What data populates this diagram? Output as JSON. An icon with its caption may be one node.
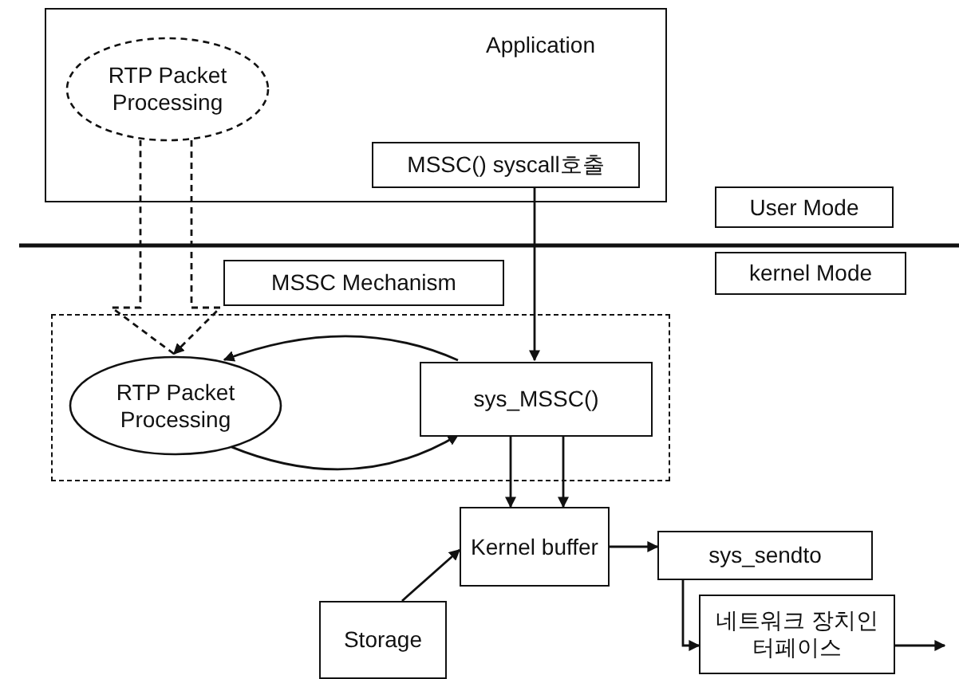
{
  "diagram": {
    "nodes": [
      {
        "text": [
          "Application"
        ]
      },
      {
        "text": [
          "RTP Packet Processing"
        ],
        "in": 0
      },
      {
        "text": [
          "MSSC() syscall호출"
        ],
        "in": 0
      },
      {
        "text": [
          "User Mode"
        ]
      },
      {
        "text": [
          "kernel Mode"
        ]
      },
      {
        "text": [
          "MSSC Mechanism"
        ]
      },
      {
        "text": [],
        "shape": "box"
      },
      {
        "text": [
          "RTP Packet Processing"
        ],
        "in": 6
      },
      {
        "text": [
          "sys_MSSC()"
        ],
        "in": 6
      },
      {
        "text": [
          "Kernel buffer"
        ]
      },
      {
        "text": [
          "sys_sendto"
        ]
      },
      {
        "text": [
          "Storage"
        ]
      },
      {
        "text": [
          "네트워크 장치인터페이스"
        ]
      }
    ],
    "edges": [
      {
        "from": 1,
        "to": 7,
        "arrow": "to",
        "style": "dashed"
      },
      {
        "from": 2,
        "to": 8,
        "arrow": "to"
      },
      {
        "from": 8,
        "to": 7,
        "arrow": "to"
      },
      {
        "from": 7,
        "to": 8,
        "arrow": "to"
      },
      {
        "from": 8,
        "to": 9,
        "arrow": "to"
      },
      {
        "from": 8,
        "to": 9,
        "arrow": "to"
      },
      {
        "from": 11,
        "to": 9,
        "arrow": "to"
      },
      {
        "from": 9,
        "to": 10,
        "arrow": "to"
      },
      {
        "from": 10,
        "to": 12,
        "arrow": "to"
      },
      {
        "from": 12,
        "to": null,
        "arrow": "to"
      }
    ]
  }
}
